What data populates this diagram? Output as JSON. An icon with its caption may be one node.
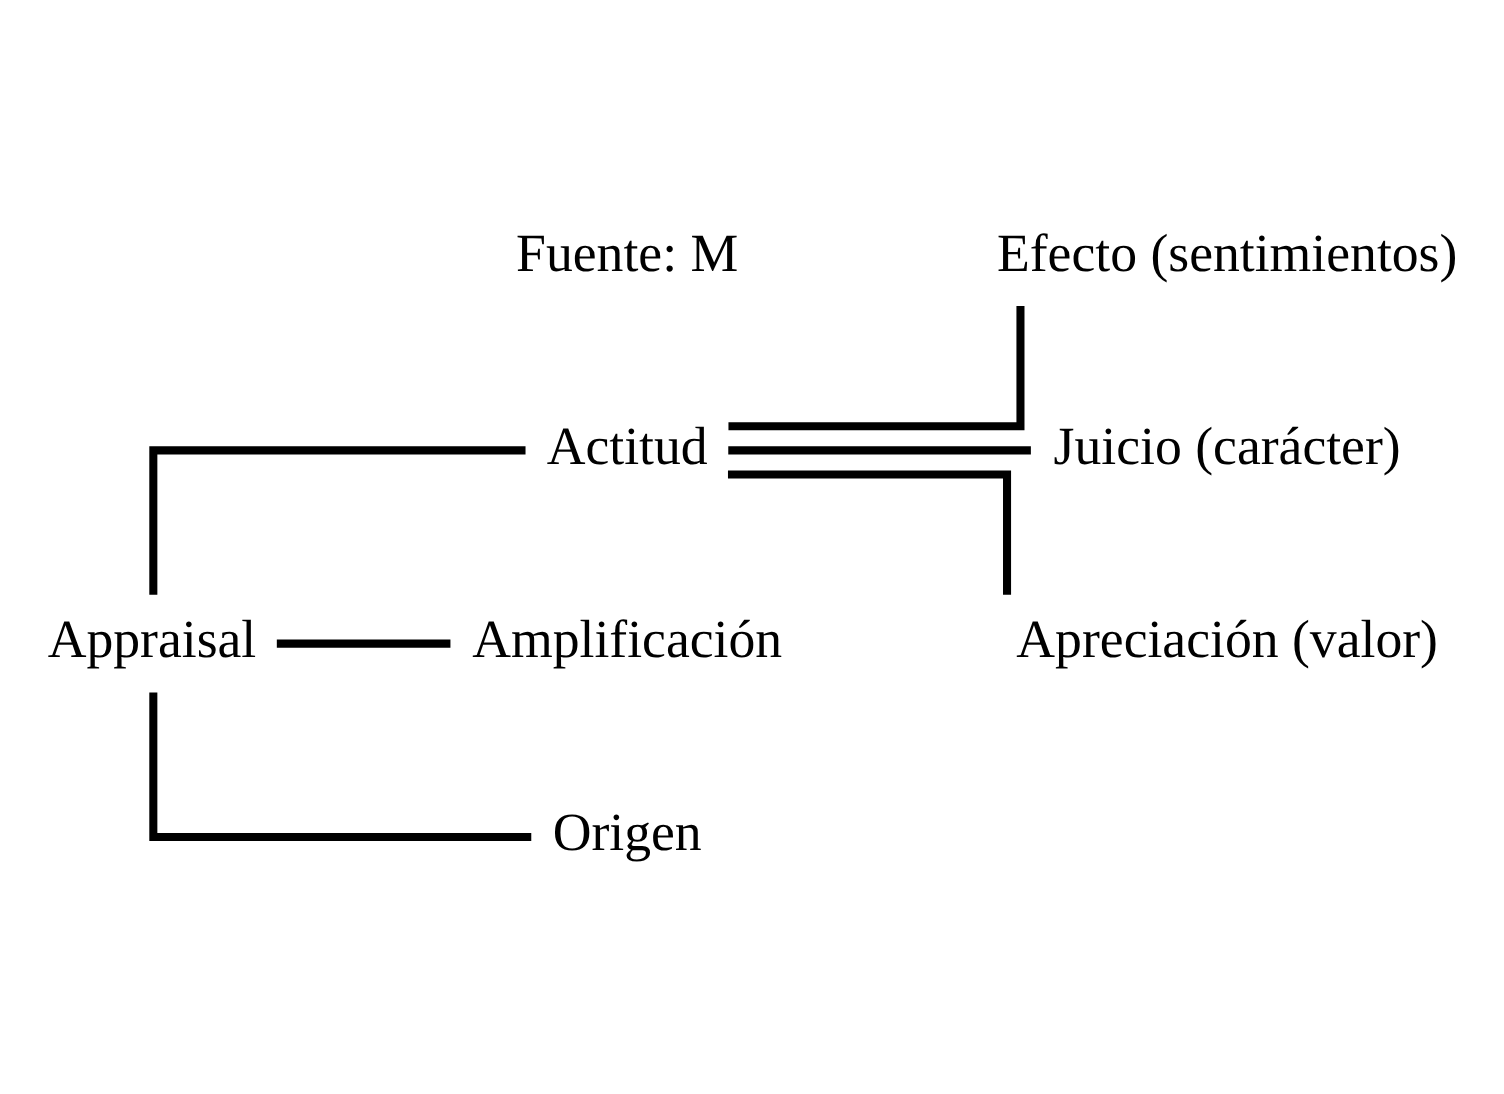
{
  "diagram": {
    "nodes": [
      {
        "text": [
          "Appraisal"
        ]
      },
      {
        "text": [
          "Actitud"
        ]
      },
      {
        "text": [
          "Efecto (sentimientos)"
        ]
      },
      {
        "text": [
          "Juicio (carácter)"
        ]
      },
      {
        "text": [
          "Apreciación (valor)"
        ]
      },
      {
        "text": [
          "Amplificación"
        ]
      },
      {
        "text": [
          "Origen"
        ]
      }
    ],
    "edges": [
      {
        "from": 0,
        "to": 1,
        "arrow": "none"
      },
      {
        "from": 0,
        "to": 5,
        "arrow": "none"
      },
      {
        "from": 0,
        "to": 6,
        "arrow": "none"
      },
      {
        "from": 1,
        "to": 2,
        "arrow": "none"
      },
      {
        "from": 1,
        "to": 3,
        "arrow": "none"
      },
      {
        "from": 1,
        "to": 4,
        "arrow": "none"
      }
    ],
    "labels": [
      "Fuente: M"
    ]
  }
}
